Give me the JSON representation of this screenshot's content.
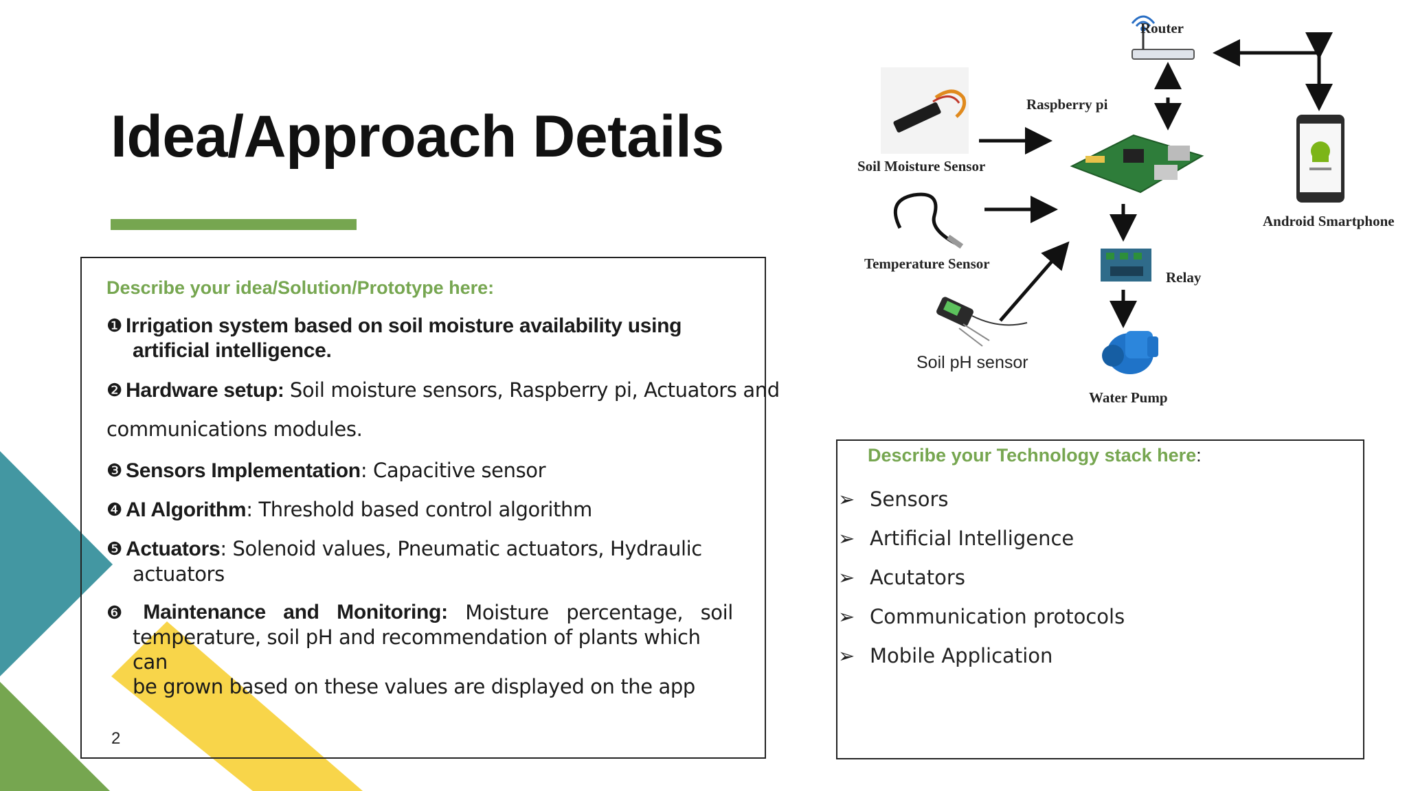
{
  "slide": {
    "title": "Idea/Approach Details",
    "page_number": "2",
    "accent_color": "#76a650"
  },
  "idea": {
    "heading": "Describe your idea/Solution/Prototype here:",
    "items": [
      {
        "marker": "❶",
        "label": "Irrigation system based on soil moisture availability using",
        "continuation": "artificial intelligence."
      },
      {
        "marker": "❷",
        "label": "Hardware setup:",
        "text": "Soil moisture sensors, Raspberry pi, Actuators and",
        "continuation": "communications modules."
      },
      {
        "marker": "❸",
        "label": "Sensors Implementation",
        "text": ": Capacitive sensor"
      },
      {
        "marker": "❹",
        "label": "AI Algorithm",
        "text": ": Threshold based control algorithm"
      },
      {
        "marker": "❺",
        "label": "Actuators",
        "text": ": Solenoid values, Pneumatic actuators, Hydraulic",
        "continuation": "actuators"
      },
      {
        "marker": "❻",
        "label_words": [
          "Maintenance",
          "and",
          "Monitoring:"
        ],
        "text_words": [
          "Moisture",
          "percentage,",
          "soil"
        ],
        "continuation1": "temperature,  soil pH and recommendation of plants which can",
        "continuation2": "be grown based on   these values are displayed on the app"
      }
    ]
  },
  "tech": {
    "heading": "Describe your Technology stack here",
    "heading_suffix": ":",
    "items": [
      "Sensors",
      "Artificial Intelligence",
      "Acutators",
      "Communication protocols",
      "Mobile Application"
    ]
  },
  "diagram": {
    "labels": {
      "router": "Router",
      "raspberry": "Raspberry pi",
      "soil_moisture": "Soil Moisture Sensor",
      "temperature": "Temperature Sensor",
      "relay": "Relay",
      "soil_ph": "Soil pH sensor",
      "water_pump": "Water Pump",
      "android": "Android Smartphone"
    },
    "icons": [
      "router-icon",
      "soil-moisture-sensor-icon",
      "raspberry-pi-board-icon",
      "temperature-probe-icon",
      "relay-board-icon",
      "soil-ph-sensor-icon",
      "water-pump-icon",
      "android-smartphone-icon"
    ]
  },
  "decor_colors": {
    "teal": "#2f8c98",
    "green": "#76a650",
    "yellow": "#f7d13b"
  }
}
